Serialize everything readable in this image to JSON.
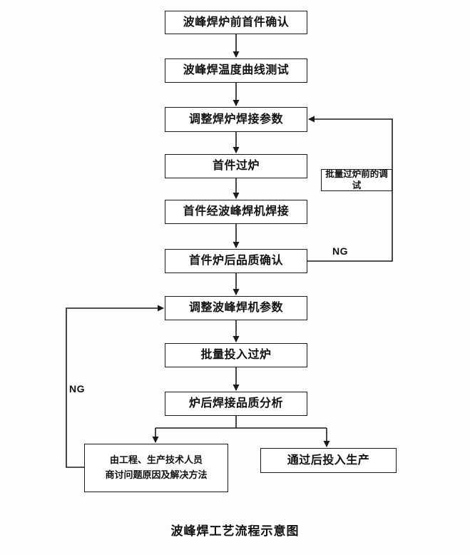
{
  "diagram": {
    "title": "波峰焊工艺流程示意图",
    "steps": [
      {
        "label": "波峰焊炉前首件确认"
      },
      {
        "label": "波峰焊温度曲线测试"
      },
      {
        "label": "调整焊炉焊接参数"
      },
      {
        "label": "首件过炉"
      },
      {
        "label": "首件经波峰焊机焊接"
      },
      {
        "label": "首件炉后品质确认"
      },
      {
        "label": "调整波峰焊机参数"
      },
      {
        "label": "批量投入过炉"
      },
      {
        "label": "炉后焊接品质分析"
      }
    ],
    "side_note": {
      "label": "批量过炉前的调试"
    },
    "bottom_left": {
      "line1": "由工程、生产技术人员",
      "line2": "商讨问题原因及解决方法"
    },
    "bottom_right": {
      "label": "通过后投入生产"
    },
    "ng_right": "NG",
    "ng_left": "NG",
    "colors": {
      "line": "#1a1a1a",
      "box_border": "#1a1a1a",
      "box_fill": "#ffffff",
      "background": "#fdfdfd"
    }
  }
}
